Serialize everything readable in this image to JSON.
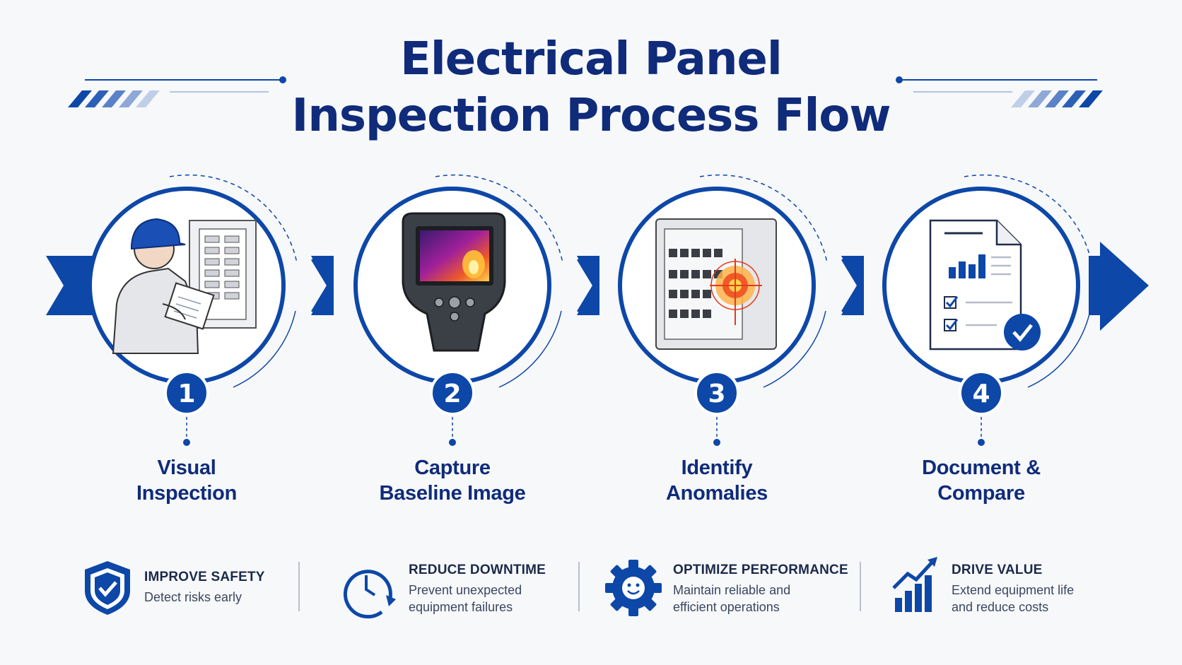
{
  "title": {
    "line1": "Electrical Panel",
    "line2": "Inspection Process Flow"
  },
  "colors": {
    "navy": "#0f2b7a",
    "blue": "#0d47a8",
    "light_bg": "#f7f8fa",
    "thermal_hot": "#ff9a1f",
    "alert_red": "#e53b1a"
  },
  "steps": [
    {
      "number": "1",
      "label_line1": "Visual",
      "label_line2": "Inspection",
      "icon": "technician-inspecting-panel-icon"
    },
    {
      "number": "2",
      "label_line1": "Capture",
      "label_line2": "Baseline Image",
      "icon": "thermal-camera-icon"
    },
    {
      "number": "3",
      "label_line1": "Identify",
      "label_line2": "Anomalies",
      "icon": "panel-hotspot-icon"
    },
    {
      "number": "4",
      "label_line1": "Document &",
      "label_line2": "Compare",
      "icon": "report-document-icon"
    }
  ],
  "benefits": [
    {
      "title": "IMPROVE SAFETY",
      "line1": "Detect risks early",
      "line2": "",
      "icon": "shield-check-icon"
    },
    {
      "title": "REDUCE DOWNTIME",
      "line1": "Prevent unexpected",
      "line2": "equipment failures",
      "icon": "clock-icon"
    },
    {
      "title": "OPTIMIZE PERFORMANCE",
      "line1": "Maintain reliable and",
      "line2": "efficient operations",
      "icon": "gear-icon"
    },
    {
      "title": "DRIVE VALUE",
      "line1": "Extend equipment life",
      "line2": "and reduce costs",
      "icon": "growth-chart-icon"
    }
  ]
}
